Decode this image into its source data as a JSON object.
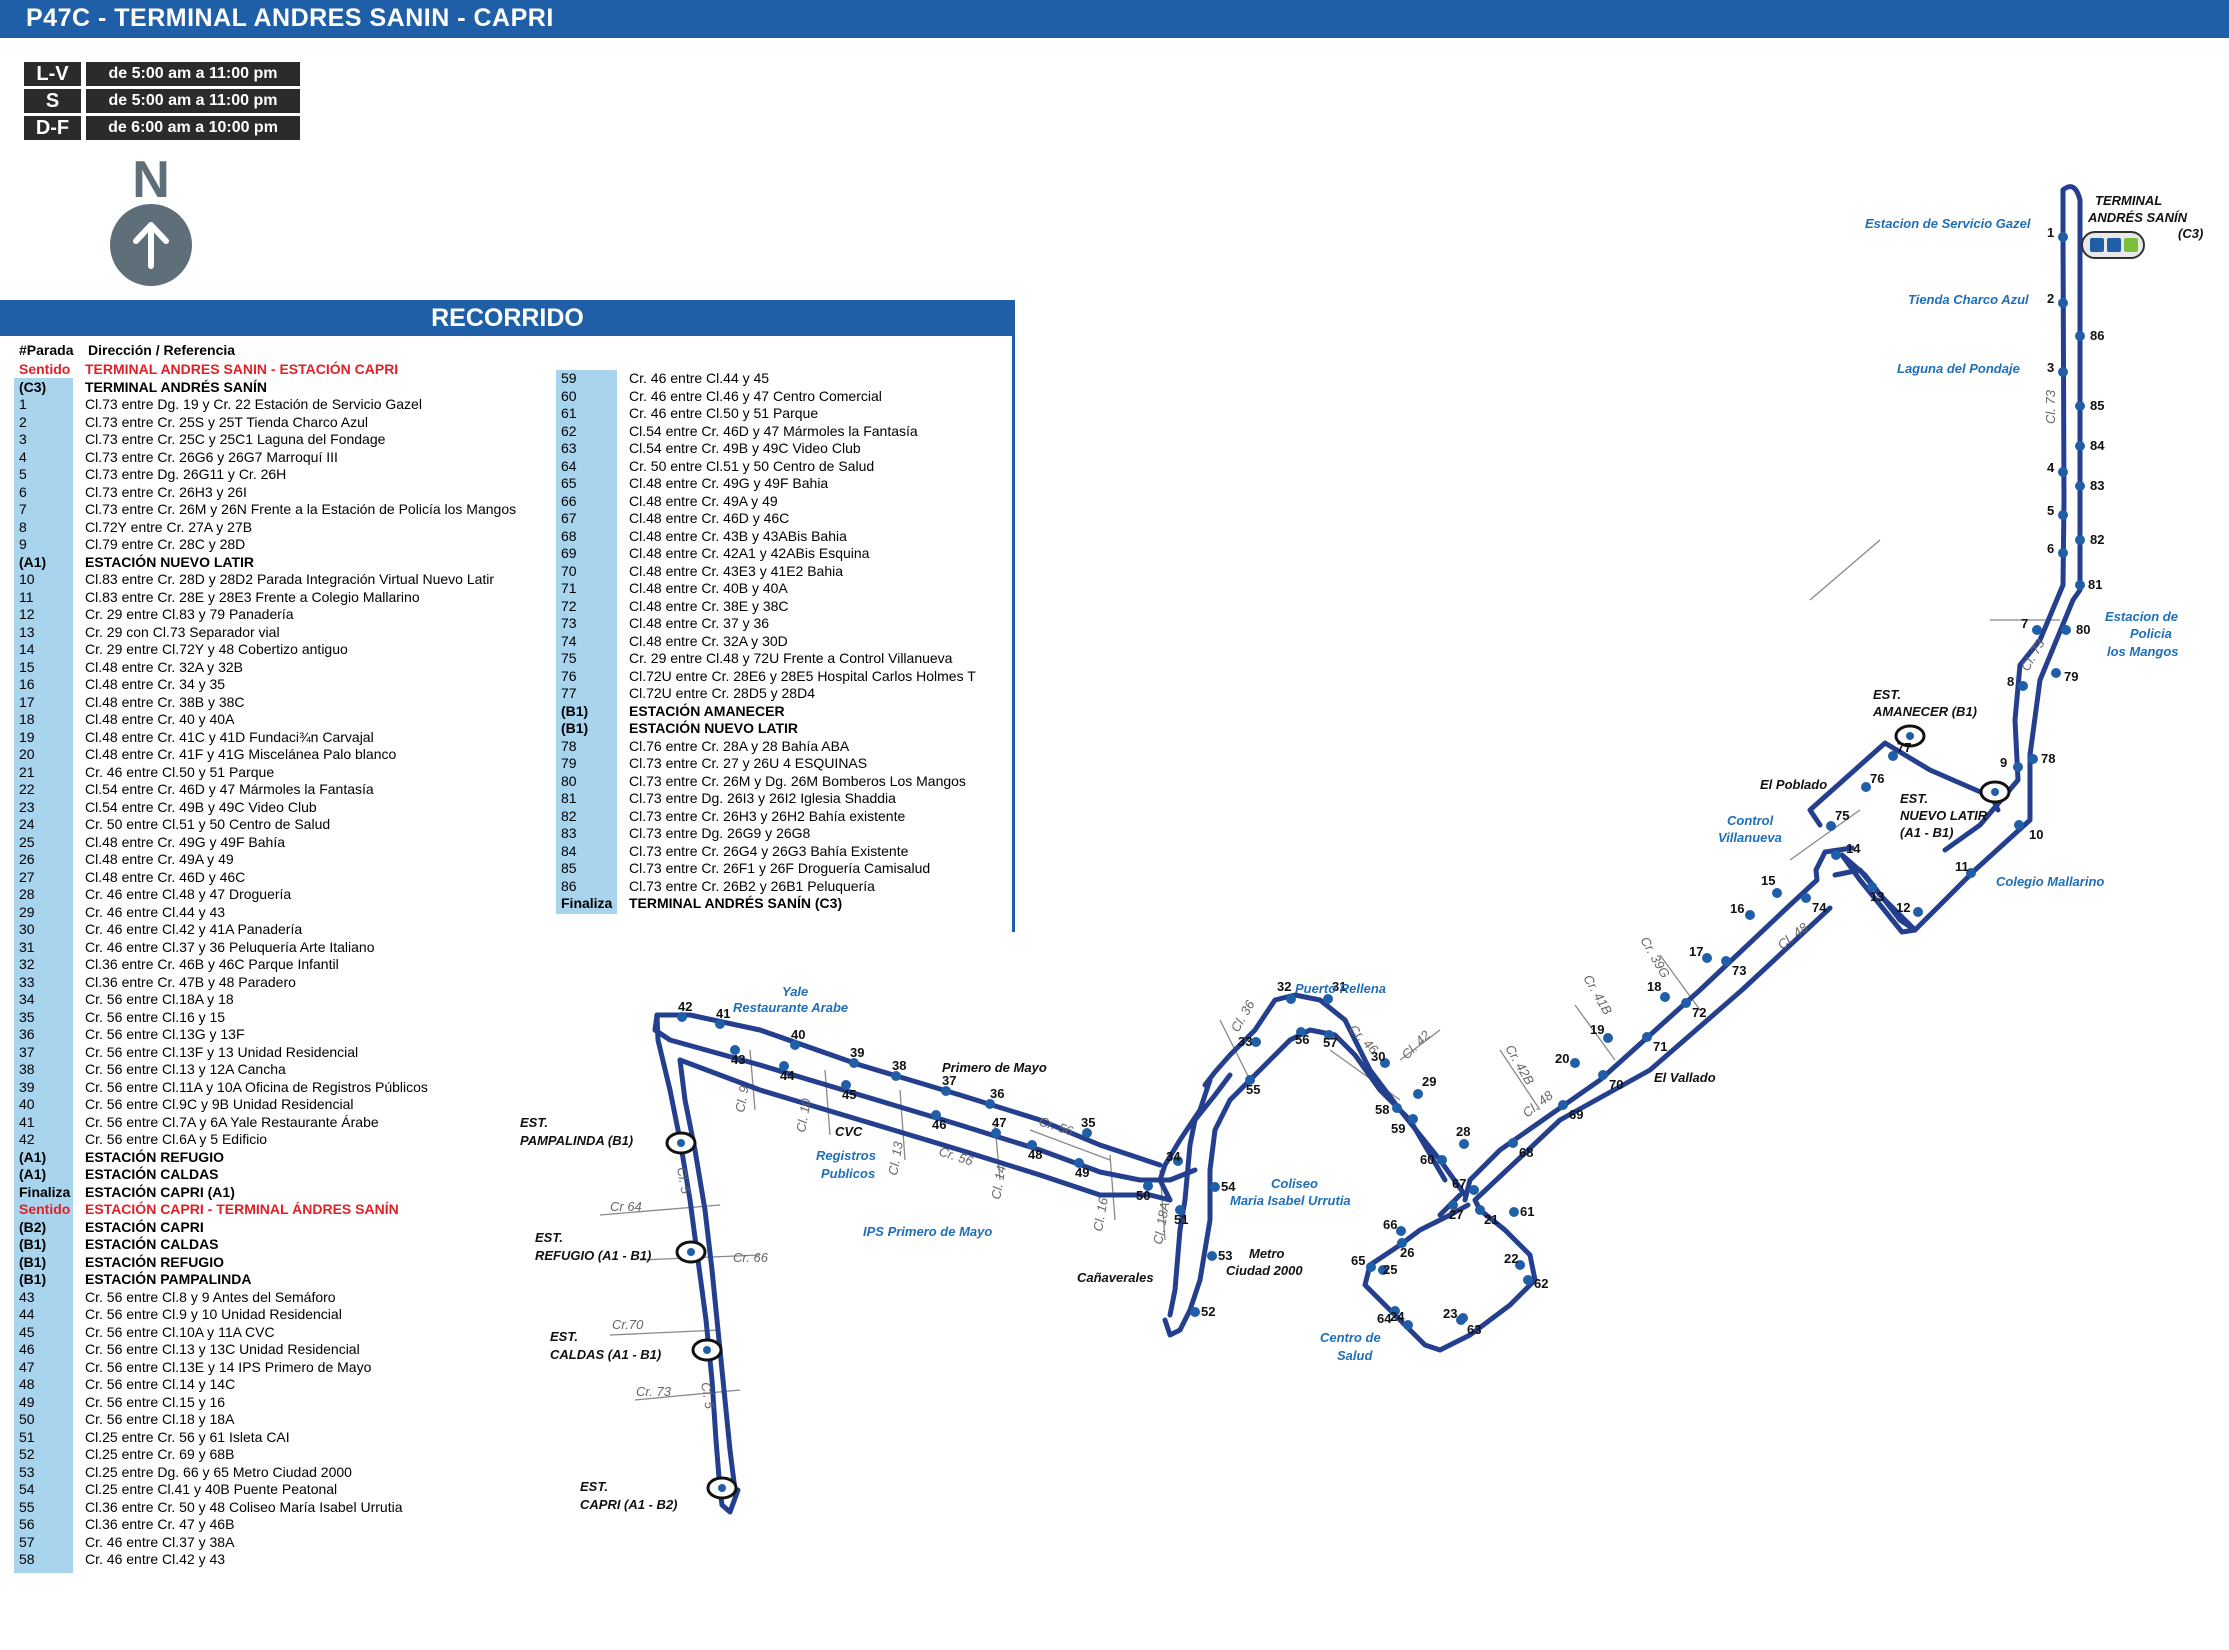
{
  "header": {
    "title": "P47C - TERMINAL ANDRES SANIN - CAPRI"
  },
  "schedule": [
    {
      "day": "L-V",
      "time": "de 5:00 am a 11:00 pm"
    },
    {
      "day": "S",
      "time": "de 5:00 am a 11:00 pm"
    },
    {
      "day": "D-F",
      "time": "de 6:00 am a 10:00 pm"
    }
  ],
  "compass": {
    "letter": "N",
    "icon": "arrow-up-icon"
  },
  "recorrido": {
    "title": "RECORRIDO",
    "col_parada": "#Parada",
    "col_direccion": "Dirección / Referencia",
    "col1": [
      {
        "id": "Sentido",
        "desc": "TERMINAL ANDRES SANIN - ESTACIÓN CAPRI",
        "style": "red"
      },
      {
        "id": "(C3)",
        "desc": "TERMINAL ANDRÉS SANÍN",
        "style": "bold"
      },
      {
        "id": "1",
        "desc": "Cl.73 entre Dg. 19 y Cr. 22 Estación de Servicio Gazel"
      },
      {
        "id": "2",
        "desc": "Cl.73 entre Cr. 25S y 25T Tienda Charco Azul"
      },
      {
        "id": "3",
        "desc": "Cl.73 entre Cr. 25C y 25C1 Laguna del Fondage"
      },
      {
        "id": "4",
        "desc": "Cl.73 entre Cr. 26G6 y 26G7 Marroquí III"
      },
      {
        "id": "5",
        "desc": "Cl.73 entre Dg. 26G11 y Cr. 26H"
      },
      {
        "id": "6",
        "desc": "Cl.73 entre Cr. 26H3 y 26I"
      },
      {
        "id": "7",
        "desc": "Cl.73 entre Cr. 26M y 26N Frente a la Estación de Policía los Mangos"
      },
      {
        "id": "8",
        "desc": "Cl.72Y entre Cr. 27A y 27B"
      },
      {
        "id": "9",
        "desc": "Cl.79 entre Cr. 28C y 28D"
      },
      {
        "id": "(A1)",
        "desc": "ESTACIÓN NUEVO LATIR",
        "style": "bold"
      },
      {
        "id": "10",
        "desc": "Cl.83 entre Cr. 28D y 28D2 Parada Integración Virtual Nuevo Latir"
      },
      {
        "id": "11",
        "desc": "Cl.83 entre Cr. 28E y 28E3 Frente a Colegio Mallarino"
      },
      {
        "id": "12",
        "desc": "Cr. 29 entre Cl.83 y 79 Panadería"
      },
      {
        "id": "13",
        "desc": "Cr. 29 con Cl.73 Separador vial"
      },
      {
        "id": "14",
        "desc": "Cr. 29 entre Cl.72Y y 48 Cobertizo antiguo"
      },
      {
        "id": "15",
        "desc": "Cl.48 entre Cr. 32A y 32B"
      },
      {
        "id": "16",
        "desc": "Cl.48 entre Cr. 34 y 35"
      },
      {
        "id": "17",
        "desc": "Cl.48 entre Cr. 38B y 38C"
      },
      {
        "id": "18",
        "desc": "Cl.48 entre Cr. 40 y 40A"
      },
      {
        "id": "19",
        "desc": "Cl.48 entre Cr. 41C y 41D Fundaci¾n Carvajal"
      },
      {
        "id": "20",
        "desc": "Cl.48 entre Cr. 41F y 41G Miscelánea Palo blanco"
      },
      {
        "id": "21",
        "desc": "Cr. 46 entre Cl.50 y 51 Parque"
      },
      {
        "id": "22",
        "desc": "Cl.54 entre Cr. 46D y 47 Mármoles la Fantasía"
      },
      {
        "id": "23",
        "desc": "Cl.54 entre Cr. 49B y 49C Video Club"
      },
      {
        "id": "24",
        "desc": "Cr. 50 entre Cl.51 y 50 Centro de Salud"
      },
      {
        "id": "25",
        "desc": "Cl.48 entre Cr. 49G y 49F Bahía"
      },
      {
        "id": "26",
        "desc": "Cl.48 entre Cr. 49A y 49"
      },
      {
        "id": "27",
        "desc": "Cl.48 entre Cr. 46D y 46C"
      },
      {
        "id": "28",
        "desc": "Cr. 46 entre Cl.48 y 47 Droguería"
      },
      {
        "id": "29",
        "desc": "Cr. 46 entre Cl.44 y 43"
      },
      {
        "id": "30",
        "desc": "Cr. 46 entre Cl.42 y 41A Panadería"
      },
      {
        "id": "31",
        "desc": "Cr. 46 entre Cl.37 y 36 Peluquería Arte Italiano"
      },
      {
        "id": "32",
        "desc": "Cl.36 entre Cr. 46B y 46C Parque Infantil"
      },
      {
        "id": "33",
        "desc": "Cl.36 entre Cr. 47B y 48 Paradero"
      },
      {
        "id": "34",
        "desc": "Cr. 56 entre Cl.18A y 18"
      },
      {
        "id": "35",
        "desc": "Cr. 56 entre Cl.16 y 15"
      },
      {
        "id": "36",
        "desc": "Cr. 56 entre Cl.13G y 13F"
      },
      {
        "id": "37",
        "desc": "Cr. 56 entre Cl.13F y 13 Unidad Residencial"
      },
      {
        "id": "38",
        "desc": "Cr. 56 entre Cl.13 y 12A Cancha"
      },
      {
        "id": "39",
        "desc": "Cr. 56 entre Cl.11A y 10A Oficina de Registros Públicos"
      },
      {
        "id": "40",
        "desc": "Cr. 56 entre Cl.9C y 9B Unidad Residencial"
      },
      {
        "id": "41",
        "desc": "Cr. 56 entre Cl.7A y 6A Yale Restaurante Árabe"
      },
      {
        "id": "42",
        "desc": "Cr. 56 entre Cl.6A y 5 Edificio"
      },
      {
        "id": "(A1)",
        "desc": "ESTACIÓN REFUGIO",
        "style": "bold"
      },
      {
        "id": "(A1)",
        "desc": "ESTACIÓN CALDAS",
        "style": "bold"
      },
      {
        "id": "Finaliza",
        "desc": "ESTACIÓN CAPRI (A1)",
        "style": "bold"
      },
      {
        "id": "Sentido",
        "desc": "ESTACIÓN CAPRI - TERMINAL ÁNDRES SANÍN",
        "style": "red"
      },
      {
        "id": "(B2)",
        "desc": "ESTACIÓN CAPRI",
        "style": "bold"
      },
      {
        "id": "(B1)",
        "desc": "ESTACIÓN CALDAS",
        "style": "bold"
      },
      {
        "id": "(B1)",
        "desc": "ESTACIÓN REFUGIO",
        "style": "bold"
      },
      {
        "id": "(B1)",
        "desc": "ESTACIÓN PAMPALINDA",
        "style": "bold"
      },
      {
        "id": "43",
        "desc": "Cr. 56 entre Cl.8 y 9 Antes del Semáforo"
      },
      {
        "id": "44",
        "desc": "Cr. 56 entre Cl.9 y 10 Unidad Residencial"
      },
      {
        "id": "45",
        "desc": "Cr. 56 entre Cl.10A y 11A CVC"
      },
      {
        "id": "46",
        "desc": "Cr. 56 entre Cl.13 y 13C Unidad Residencial"
      },
      {
        "id": "47",
        "desc": "Cr. 56 entre Cl.13E y 14 IPS Primero de Mayo"
      },
      {
        "id": "48",
        "desc": "Cr. 56 entre Cl.14 y 14C"
      },
      {
        "id": "49",
        "desc": "Cr. 56 entre Cl.15 y 16"
      },
      {
        "id": "50",
        "desc": "Cr. 56 entre Cl.18 y 18A"
      },
      {
        "id": "51",
        "desc": "Cl.25 entre Cr. 56 y 61 Isleta CAI"
      },
      {
        "id": "52",
        "desc": "Cl.25 entre Cr. 69 y 68B"
      },
      {
        "id": "53",
        "desc": "Cl.25 entre Dg. 66 y 65 Metro Ciudad 2000"
      },
      {
        "id": "54",
        "desc": "Cl.25 entre Cl.41 y 40B Puente Peatonal"
      },
      {
        "id": "55",
        "desc": "Cl.36 entre Cr. 50 y 48 Coliseo María Isabel Urrutia"
      },
      {
        "id": "56",
        "desc": "Cl.36 entre Cr. 47 y 46B"
      },
      {
        "id": "57",
        "desc": "Cr. 46 entre Cl.37 y 38A"
      },
      {
        "id": "58",
        "desc": "Cr. 46 entre Cl.42 y 43"
      }
    ],
    "col2": [
      {
        "id": "59",
        "desc": "Cr. 46 entre Cl.44 y 45"
      },
      {
        "id": "60",
        "desc": "Cr. 46 entre Cl.46 y 47 Centro Comercial"
      },
      {
        "id": "61",
        "desc": "Cr. 46 entre Cl.50 y 51 Parque"
      },
      {
        "id": "62",
        "desc": "Cl.54 entre Cr. 46D y 47 Mármoles la Fantasía"
      },
      {
        "id": "63",
        "desc": "Cl.54 entre Cr. 49B y 49C Video Club"
      },
      {
        "id": "64",
        "desc": "Cr. 50 entre Cl.51 y 50 Centro de Salud"
      },
      {
        "id": "65",
        "desc": "Cl.48 entre Cr. 49G y 49F Bahia"
      },
      {
        "id": "66",
        "desc": "Cl.48 entre Cr. 49A y 49"
      },
      {
        "id": "67",
        "desc": "Cl.48 entre Cr. 46D y 46C"
      },
      {
        "id": "68",
        "desc": "Cl.48 entre Cr. 43B y 43ABis Bahia"
      },
      {
        "id": "69",
        "desc": "Cl.48 entre Cr. 42A1 y 42ABis Esquina"
      },
      {
        "id": "70",
        "desc": "Cl.48 entre Cr. 43E3 y 41E2 Bahia"
      },
      {
        "id": "71",
        "desc": "Cl.48 entre Cr. 40B y 40A"
      },
      {
        "id": "72",
        "desc": "Cl.48 entre Cr. 38E y 38C"
      },
      {
        "id": "73",
        "desc": "Cl.48 entre Cr. 37 y 36"
      },
      {
        "id": "74",
        "desc": "Cl.48 entre Cr. 32A y 30D"
      },
      {
        "id": "75",
        "desc": "Cr. 29 entre Cl.48 y 72U Frente a Control Villanueva"
      },
      {
        "id": "76",
        "desc": "Cl.72U entre Cr. 28E6 y  28E5 Hospital Carlos Holmes T"
      },
      {
        "id": "77",
        "desc": "Cl.72U entre Cr. 28D5 y 28D4"
      },
      {
        "id": "(B1)",
        "desc": "ESTACIÓN AMANECER",
        "style": "bold"
      },
      {
        "id": "(B1)",
        "desc": "ESTACIÓN NUEVO LATIR",
        "style": "bold"
      },
      {
        "id": "78",
        "desc": "Cl.76 entre Cr. 28A y 28 Bahía ABA"
      },
      {
        "id": "79",
        "desc": "Cl.73 entre Cr. 27 y 26U 4 ESQUINAS"
      },
      {
        "id": "80",
        "desc": "Cl.73 entre Cr. 26M y Dg. 26M Bomberos Los Mangos"
      },
      {
        "id": "81",
        "desc": "Cl.73 entre Dg. 26I3 y 26I2 Iglesia Shaddia"
      },
      {
        "id": "82",
        "desc": "Cl.73 entre Cr. 26H3 y 26H2 Bahía existente"
      },
      {
        "id": "83",
        "desc": "Cl.73 entre Dg. 26G9 y 26G8"
      },
      {
        "id": "84",
        "desc": "Cl.73 entre Cr. 26G4 y 26G3 Bahía Existente"
      },
      {
        "id": "85",
        "desc": "Cl.73 entre Cr. 26F1 y 26F Droguería Camisalud"
      },
      {
        "id": "86",
        "desc": "Cl.73 entre Cr. 26B2 y 26B1 Peluquería"
      },
      {
        "id": "Finaliza",
        "desc": "TERMINAL ANDRÉS SANÍN (C3)",
        "style": "bold"
      }
    ]
  },
  "map": {
    "route_color": "#253f8f",
    "place_labels": [
      {
        "text": "TERMINAL",
        "color": "black"
      },
      {
        "text": "ANDRÉS SANÍN",
        "color": "black"
      },
      {
        "text": "(C3)",
        "color": "black"
      },
      {
        "text": "Estacion de Servicio Gazel",
        "color": "blue"
      },
      {
        "text": "Tienda Charco Azul",
        "color": "blue"
      },
      {
        "text": "Laguna del Pondaje",
        "color": "blue"
      },
      {
        "text": "Estacion de",
        "color": "blue"
      },
      {
        "text": "Policia",
        "color": "blue"
      },
      {
        "text": "los Mangos",
        "color": "blue"
      },
      {
        "text": "EST.",
        "color": "black"
      },
      {
        "text": "AMANECER (B1)",
        "color": "black"
      },
      {
        "text": "EST.",
        "color": "black"
      },
      {
        "text": "NUEVO LATIR",
        "color": "black"
      },
      {
        "text": "(A1 - B1)",
        "color": "black"
      },
      {
        "text": "El Poblado",
        "color": "black"
      },
      {
        "text": "Control",
        "color": "blue"
      },
      {
        "text": "Villanueva",
        "color": "blue"
      },
      {
        "text": "Colegio Mallarino",
        "color": "blue"
      },
      {
        "text": "El Vallado",
        "color": "black"
      },
      {
        "text": "Puerto Rellena",
        "color": "blue"
      },
      {
        "text": "Coliseo",
        "color": "blue"
      },
      {
        "text": "Maria Isabel Urrutia",
        "color": "blue"
      },
      {
        "text": "Metro",
        "color": "black"
      },
      {
        "text": "Ciudad 2000",
        "color": "black"
      },
      {
        "text": "Cañaverales",
        "color": "black"
      },
      {
        "text": "Centro de",
        "color": "blue"
      },
      {
        "text": "Salud",
        "color": "blue"
      },
      {
        "text": "Yale",
        "color": "blue"
      },
      {
        "text": "Restaurante Arabe",
        "color": "blue"
      },
      {
        "text": "Primero de Mayo",
        "color": "black"
      },
      {
        "text": "CVC",
        "color": "black"
      },
      {
        "text": "Registros",
        "color": "blue"
      },
      {
        "text": "Publicos",
        "color": "blue"
      },
      {
        "text": "IPS Primero de Mayo",
        "color": "blue"
      },
      {
        "text": "EST.",
        "color": "black"
      },
      {
        "text": "PAMPALINDA (B1)",
        "color": "black"
      },
      {
        "text": "EST.",
        "color": "black"
      },
      {
        "text": "REFUGIO (A1 - B1)",
        "color": "black"
      },
      {
        "text": "EST.",
        "color": "black"
      },
      {
        "text": "CALDAS (A1 - B1)",
        "color": "black"
      },
      {
        "text": "EST.",
        "color": "black"
      },
      {
        "text": "CAPRI (A1 - B2)",
        "color": "black"
      }
    ],
    "street_labels": [
      "Cl. 73",
      "Cl. 73",
      "Cl. 48",
      "Cl. 48",
      "Cr. 39G",
      "Cr. 41B",
      "Cr. 42B",
      "Cl. 36",
      "Cr. 46",
      "Cl. 42",
      "Cr. 56",
      "Cr. 56",
      "Cl. 9",
      "Cl. 10",
      "Cl. 13",
      "Cl. 14",
      "Cl. 16",
      "Cl. 18A",
      "Cl. 5",
      "Cl. 5",
      "Cr 64",
      "Cr. 66",
      "Cr.70",
      "Cr. 73"
    ]
  }
}
